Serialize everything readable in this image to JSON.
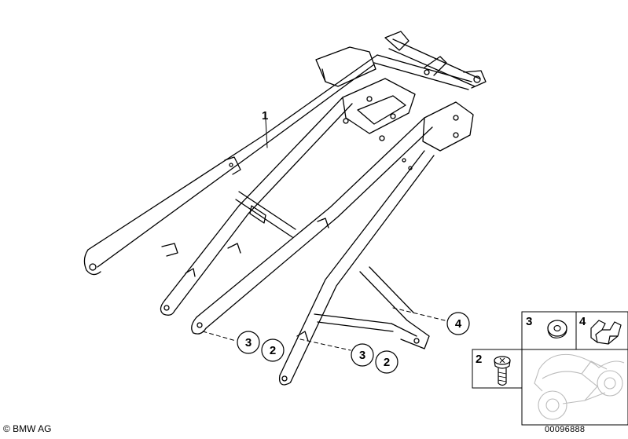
{
  "diagram": {
    "callouts": {
      "frame": "1",
      "left_washer_a": "3",
      "left_screw_a": "2",
      "right_washer_b": "3",
      "right_screw_b": "2",
      "grommet": "4"
    },
    "legend": {
      "washer": "3",
      "clip": "4",
      "screw": "2"
    }
  },
  "footer": {
    "copyright": "© BMW AG",
    "document_number": "00096888"
  }
}
